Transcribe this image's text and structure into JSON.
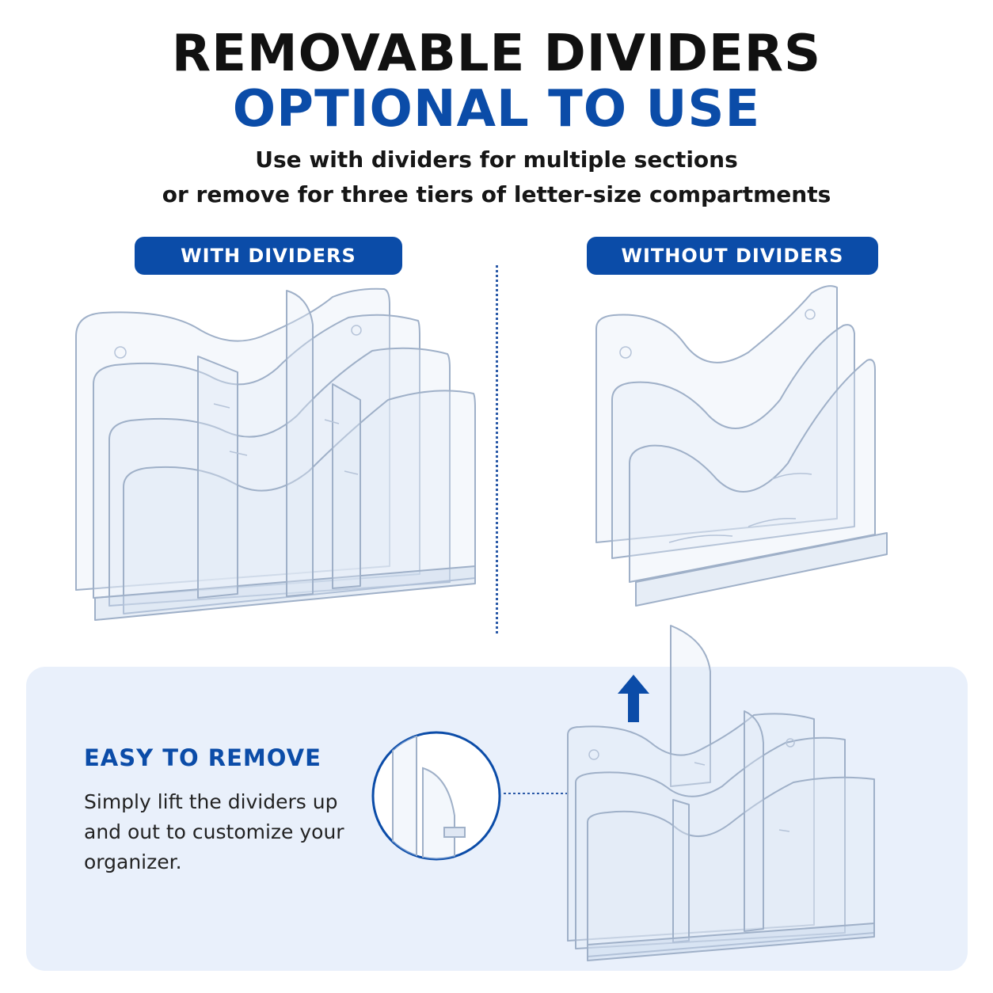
{
  "heading": {
    "line1": "REMOVABLE DIVIDERS",
    "line2": "OPTIONAL TO USE",
    "subline1": "Use with dividers for multiple sections",
    "subline2": "or remove for three tiers of letter-size compartments"
  },
  "labels": {
    "with_dividers": "WITH DIVIDERS",
    "without_dividers": "WITHOUT DIVIDERS"
  },
  "feature": {
    "title": "EASY TO REMOVE",
    "body": "Simply lift the dividers up and out to customize your organizer."
  },
  "colors": {
    "brand_blue": "#0b4ca8",
    "panel_bg": "#e9f0fb",
    "heading_black": "#111111"
  },
  "icons": [
    "up-arrow-icon",
    "magnifier-circle",
    "acrylic-organizer-with-dividers",
    "acrylic-organizer-without-dividers"
  ]
}
